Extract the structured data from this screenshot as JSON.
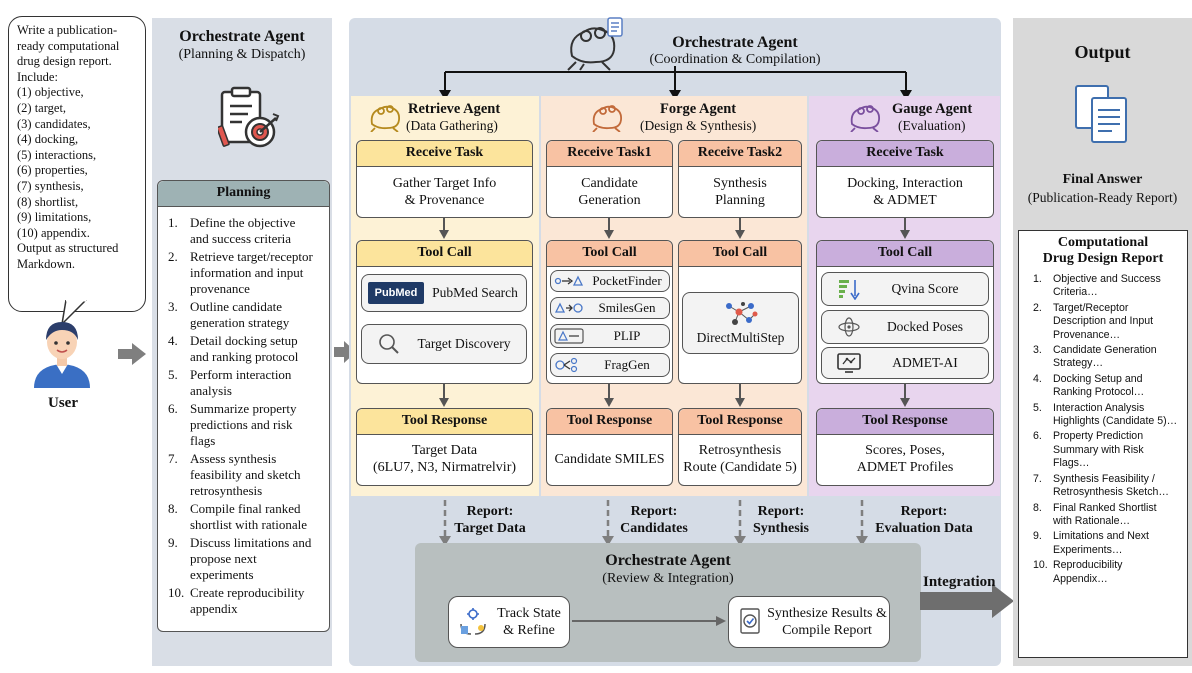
{
  "colors": {
    "retrieve": "#fdf2d6",
    "forge": "#fbe7d6",
    "gauge": "#e8d5ee",
    "arrow_gray": "#7f7f7f"
  },
  "user": {
    "prompt_lines": [
      "Write a publication-",
      "ready computational",
      "drug design report.",
      "Include:",
      "(1) objective,",
      "(2) target,",
      "(3) candidates,",
      "(4) docking,",
      "(5) interactions,",
      "(6) properties,",
      "(7) synthesis,",
      "(8) shortlist,",
      "(9) limitations,",
      "(10) appendix.",
      "Output as structured",
      "Markdown."
    ],
    "label": "User"
  },
  "plan_agent": {
    "title": "Orchestrate Agent",
    "subtitle": "(Planning & Dispatch)",
    "planning_header": "Planning",
    "steps": [
      {
        "n": "1.",
        "lines": [
          "Define the objective",
          "and success criteria"
        ]
      },
      {
        "n": "2.",
        "lines": [
          "Retrieve target/receptor",
          "information and input",
          "provenance"
        ]
      },
      {
        "n": "3.",
        "lines": [
          "Outline candidate",
          "generation strategy"
        ]
      },
      {
        "n": "4.",
        "lines": [
          "Detail docking setup",
          "and ranking protocol"
        ]
      },
      {
        "n": "5.",
        "lines": [
          "Perform interaction",
          "analysis"
        ]
      },
      {
        "n": "6.",
        "lines": [
          "Summarize property",
          "predictions and risk",
          "flags"
        ]
      },
      {
        "n": "7.",
        "lines": [
          "Assess synthesis",
          "feasibility and sketch",
          "retrosynthesis"
        ]
      },
      {
        "n": "8.",
        "lines": [
          "Compile final ranked",
          "shortlist with rationale"
        ]
      },
      {
        "n": "9.",
        "lines": [
          "Discuss limitations and",
          "propose next",
          "experiments"
        ]
      },
      {
        "n": "10.",
        "lines": [
          "Create reproducibility",
          "appendix"
        ]
      }
    ]
  },
  "coord": {
    "title": "Orchestrate Agent",
    "subtitle": "(Coordination & Compilation)"
  },
  "retrieve": {
    "title": "Retrieve Agent",
    "subtitle": "(Data Gathering)",
    "receive_header": "Receive Task",
    "receive_lines": [
      "Gather Target Info",
      "& Provenance"
    ],
    "tool_header": "Tool Call",
    "tools": [
      "PubMed Search",
      "Target Discovery"
    ],
    "pubmed_logo": "PubMed",
    "response_header": "Tool Response",
    "response_lines": [
      "Target Data",
      "(6LU7, N3, Nirmatrelvir)"
    ]
  },
  "forge": {
    "title": "Forge Agent",
    "subtitle": "(Design & Synthesis)",
    "receive1_header": "Receive Task1",
    "receive1_lines": [
      "Candidate",
      "Generation"
    ],
    "receive2_header": "Receive Task2",
    "receive2_lines": [
      "Synthesis",
      "Planning"
    ],
    "tool_header": "Tool Call",
    "tools1": [
      "PocketFinder",
      "SmilesGen",
      "PLIP",
      "FragGen"
    ],
    "tools2": [
      "DirectMultiStep"
    ],
    "response_header": "Tool Response",
    "response1": "Candidate SMILES",
    "response2_lines": [
      "Retrosynthesis",
      "Route (Candidate 5)"
    ]
  },
  "gauge": {
    "title": "Gauge Agent",
    "subtitle": "(Evaluation)",
    "receive_header": "Receive Task",
    "receive_lines": [
      "Docking, Interaction",
      "& ADMET"
    ],
    "tool_header": "Tool Call",
    "tools": [
      "Qvina Score",
      "Docked Poses",
      "ADMET-AI"
    ],
    "response_header": "Tool Response",
    "response_lines": [
      "Scores, Poses,",
      "ADMET Profiles"
    ]
  },
  "reports": [
    {
      "top": "Report:",
      "bottom": "Target Data"
    },
    {
      "top": "Report:",
      "bottom": "Candidates"
    },
    {
      "top": "Report:",
      "bottom": "Synthesis"
    },
    {
      "top": "Report:",
      "bottom": "Evaluation Data"
    }
  ],
  "review": {
    "title": "Orchestrate Agent",
    "subtitle": "(Review & Integration)",
    "track_lines": [
      "Track State",
      "& Refine"
    ],
    "synth_lines": [
      "Synthesize Results &",
      "Compile Report"
    ]
  },
  "integration_label": "Integration",
  "output": {
    "title": "Output",
    "final_title": "Final Answer",
    "final_sub": "(Publication-Ready Report)",
    "report_title_lines": [
      "Computational",
      "Drug Design Report"
    ],
    "items": [
      {
        "n": "1.",
        "lines": [
          "Objective and Success",
          "Criteria…"
        ]
      },
      {
        "n": "2.",
        "lines": [
          "Target/Receptor",
          "Description and Input",
          "Provenance…"
        ]
      },
      {
        "n": "3.",
        "lines": [
          "Candidate Generation",
          "Strategy…"
        ]
      },
      {
        "n": "4.",
        "lines": [
          "Docking Setup and",
          "Ranking Protocol…"
        ]
      },
      {
        "n": "5.",
        "lines": [
          "Interaction Analysis",
          "Highlights (Candidate 5)…"
        ]
      },
      {
        "n": "6.",
        "lines": [
          "Property Prediction",
          "Summary with Risk",
          "Flags…"
        ]
      },
      {
        "n": "7.",
        "lines": [
          "Synthesis Feasibility /",
          "Retrosynthesis Sketch…"
        ]
      },
      {
        "n": "8.",
        "lines": [
          " Final Ranked Shortlist",
          "with Rationale…"
        ]
      },
      {
        "n": "9.",
        "lines": [
          " Limitations and Next",
          "Experiments…"
        ]
      },
      {
        "n": "10.",
        "lines": [
          "Reproducibility",
          "Appendix…"
        ]
      }
    ]
  }
}
